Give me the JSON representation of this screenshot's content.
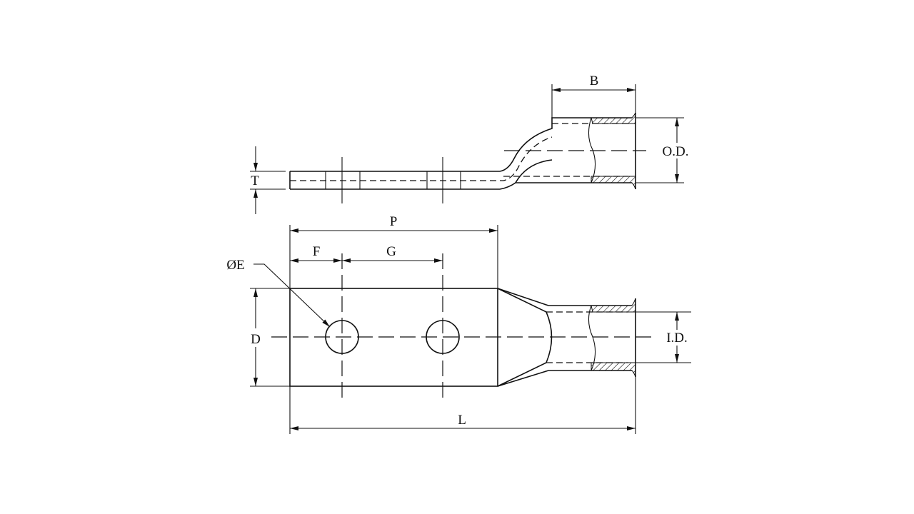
{
  "diagram": {
    "title": "Two-hole compression lug dimension drawing",
    "labels": {
      "B": "B",
      "OD": "O.D.",
      "T": "T",
      "P": "P",
      "F": "F",
      "G": "G",
      "E": "ØE",
      "D": "D",
      "ID": "I.D.",
      "L": "L"
    }
  }
}
